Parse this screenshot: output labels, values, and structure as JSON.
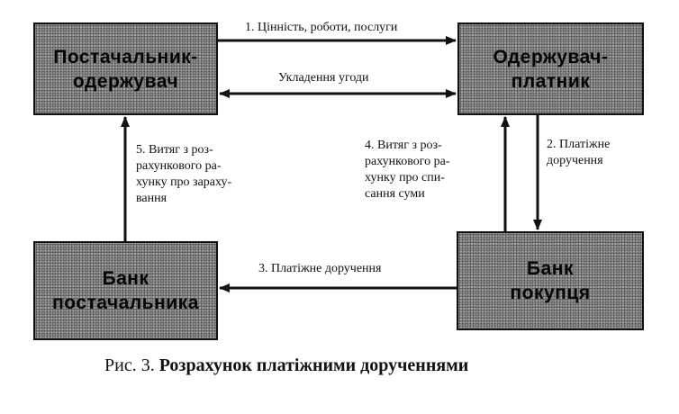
{
  "boxes": {
    "supplier": "Постачальник-\nодержувач",
    "payer": "Одержувач-\nплатник",
    "bank_supplier": "Банк\nпостачальника",
    "bank_buyer": "Банк\nпокупця"
  },
  "arrows": {
    "step1": "1. Цінність, роботи, послуги",
    "agreement": "Укладення угоди",
    "step2": "2. Платіжне\nдоручення",
    "step3": "3. Платіжне доручення",
    "step4": "4. Витяг з роз-\nрахункового ра-\nхунку про спи-\nсання суми",
    "step5": "5. Витяг з роз-\nрахункового ра-\nхунку про зараху-\nвання"
  },
  "caption": {
    "prefix": "Рис. 3.",
    "title": "Розрахунок платіжними дорученнями"
  },
  "colors": {
    "box_fill": "#8a8a8a",
    "line": "#111111"
  }
}
